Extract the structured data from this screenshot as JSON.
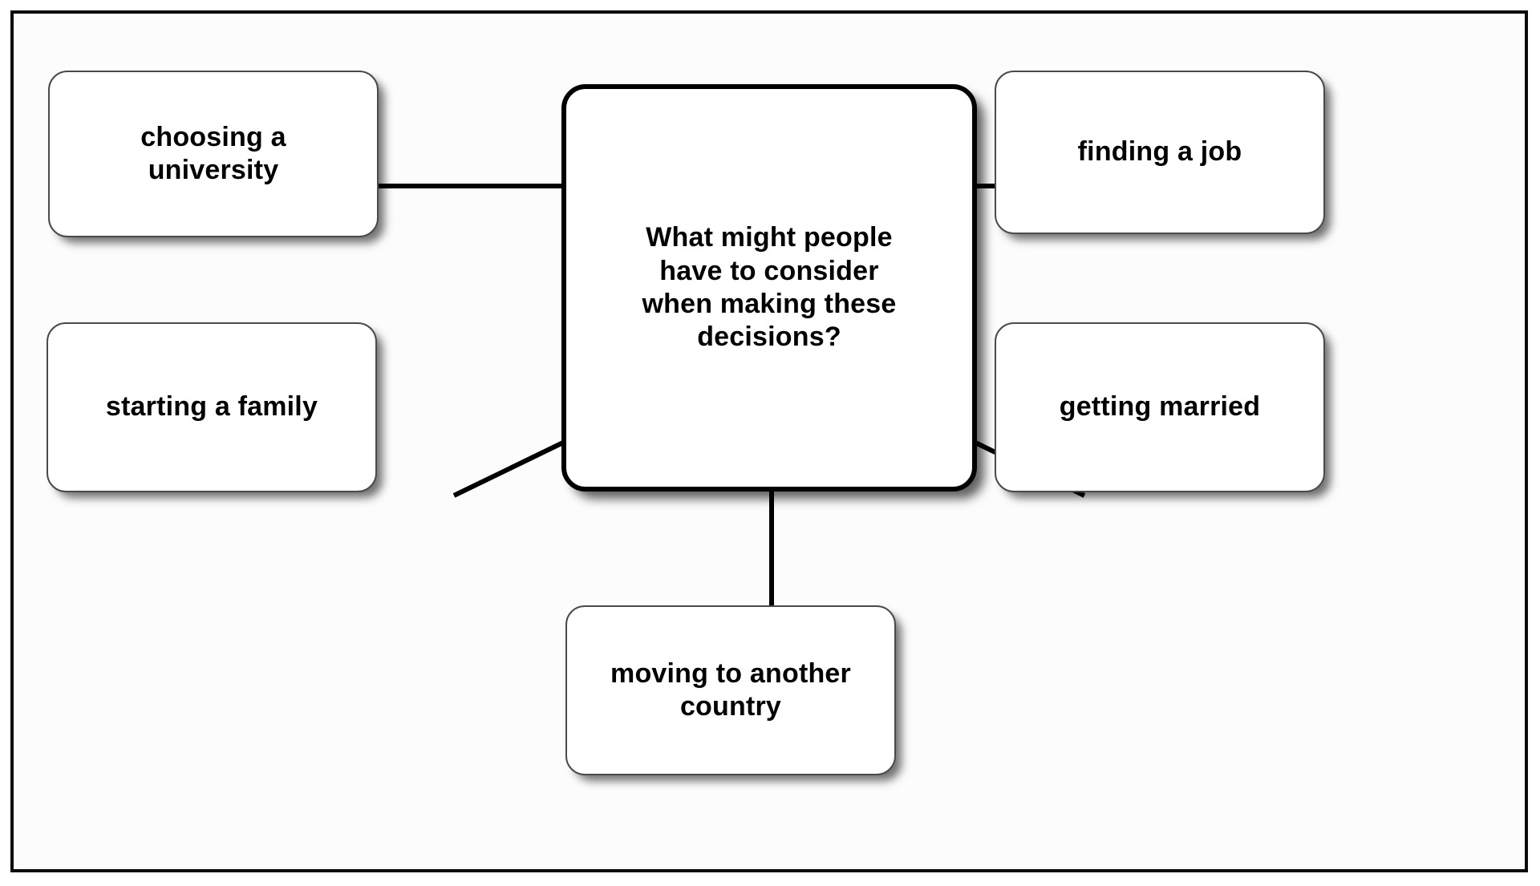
{
  "diagram": {
    "type": "mind-map",
    "title_node": "What might people\nhave to consider\nwhen making these\ndecisions?",
    "central": {
      "id": "central",
      "text": "What might people\nhave to consider\nwhen making these\ndecisions?"
    },
    "satellites": [
      {
        "id": "choosing-university",
        "text": "choosing a\nuniversity",
        "position": "top-left"
      },
      {
        "id": "finding-job",
        "text": "finding a job",
        "position": "top-right"
      },
      {
        "id": "starting-family",
        "text": "starting a family",
        "position": "middle-left"
      },
      {
        "id": "getting-married",
        "text": "getting married",
        "position": "middle-right"
      },
      {
        "id": "moving-country",
        "text": "moving to another\ncountry",
        "position": "bottom-center"
      }
    ],
    "connectors": [
      {
        "from": "central",
        "to": "choosing-university",
        "style": "horizontal"
      },
      {
        "from": "central",
        "to": "finding-job",
        "style": "horizontal"
      },
      {
        "from": "central",
        "to": "starting-family",
        "style": "diagonal"
      },
      {
        "from": "central",
        "to": "getting-married",
        "style": "diagonal"
      },
      {
        "from": "central",
        "to": "moving-country",
        "style": "vertical"
      }
    ],
    "colors": {
      "frame_border": "#0a0a0a",
      "page_background": "#ffffff",
      "frame_background": "#fcfcfc",
      "node_background": "#ffffff",
      "central_border": "#000000",
      "satellite_border": "#4a4a4a",
      "connector": "#000000",
      "text": "#000000"
    }
  }
}
